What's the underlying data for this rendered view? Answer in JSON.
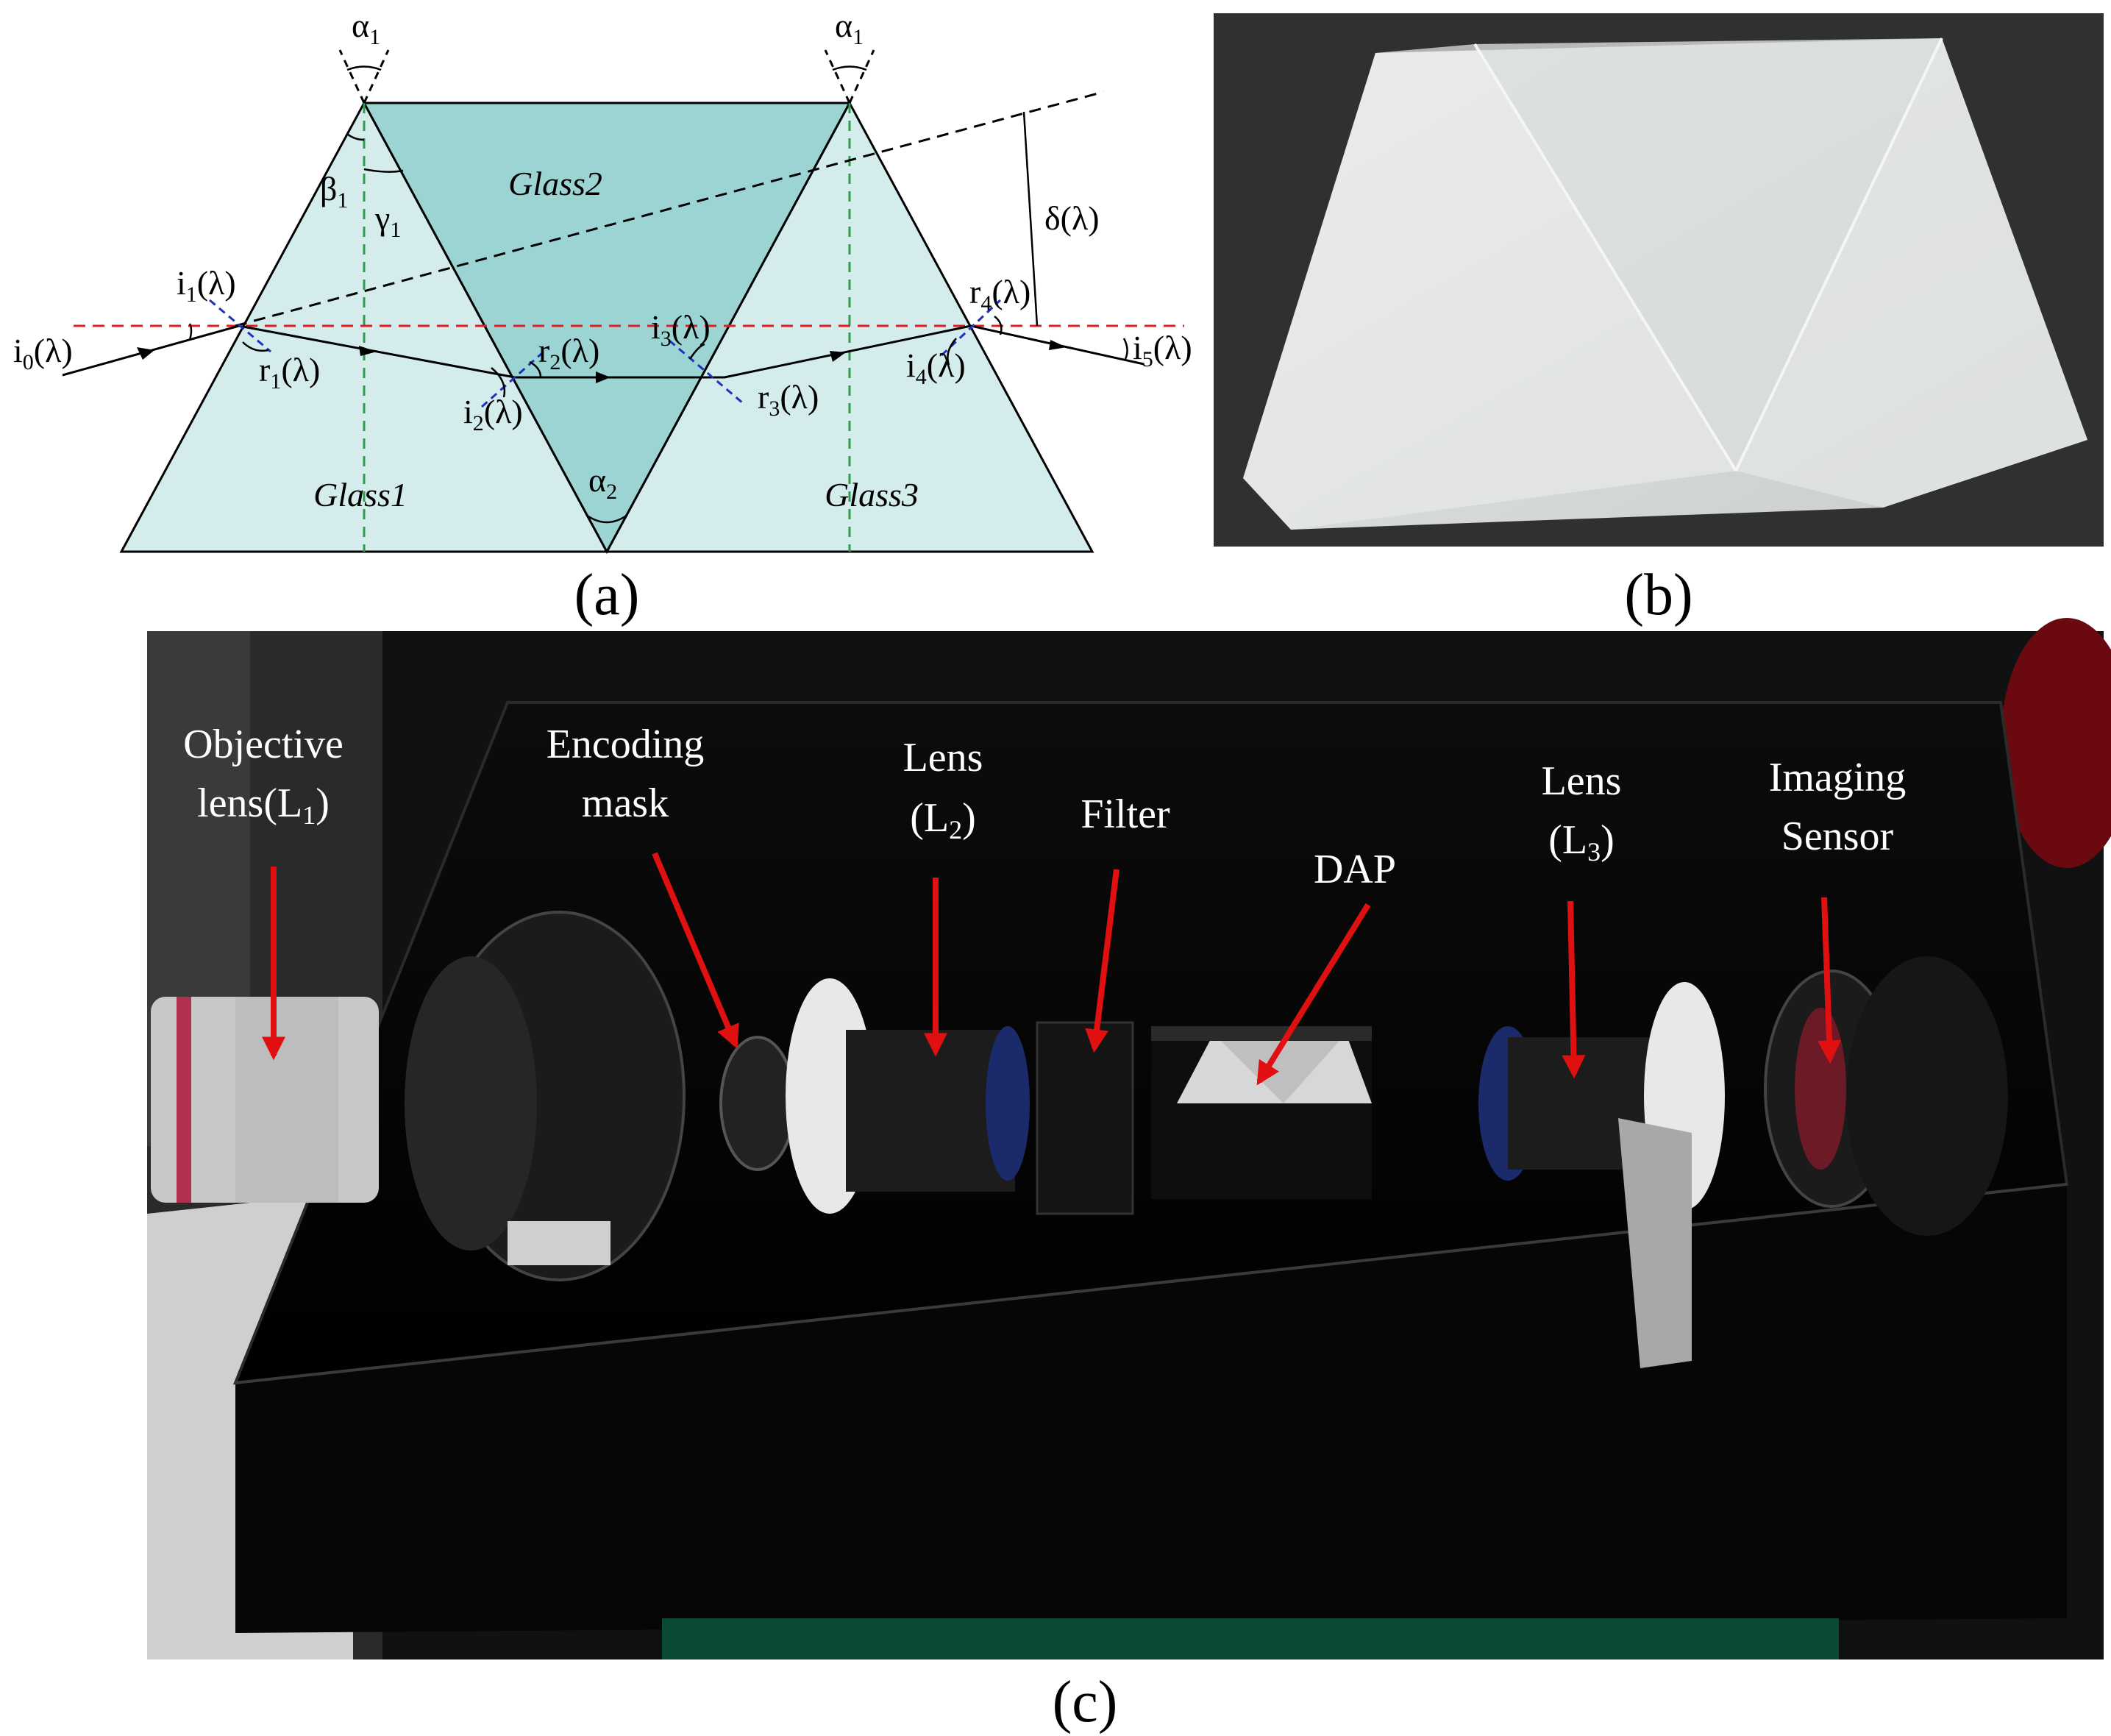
{
  "panel_a": {
    "caption": "(a)",
    "glass1": "Glass1",
    "glass2": "Glass2",
    "glass3": "Glass3",
    "angles": {
      "alpha1_left": "α",
      "alpha1_left_sub": "1",
      "alpha1_right": "α",
      "alpha1_right_sub": "1",
      "beta1": "β",
      "beta1_sub": "1",
      "gamma1": "γ",
      "gamma1_sub": "1",
      "alpha2": "α",
      "alpha2_sub": "2",
      "delta": "δ(λ)"
    },
    "rays": {
      "i0": "i",
      "i0_sub": "0",
      "i0_rest": "(λ)",
      "i1": "i",
      "i1_sub": "1",
      "i1_rest": "(λ)",
      "r1": "r",
      "r1_sub": "1",
      "r1_rest": "(λ)",
      "i2": "i",
      "i2_sub": "2",
      "i2_rest": "(λ)",
      "r2": "r",
      "r2_sub": "2",
      "r2_rest": "(λ)",
      "i3": "i",
      "i3_sub": "3",
      "i3_rest": "(λ)",
      "r3": "r",
      "r3_sub": "3",
      "r3_rest": "(λ)",
      "i4": "i",
      "i4_sub": "4",
      "i4_rest": "(λ)",
      "r4": "r",
      "r4_sub": "4",
      "r4_rest": "(λ)",
      "i5": "i",
      "i5_sub": "5",
      "i5_rest": "(λ)"
    }
  },
  "panel_b": {
    "caption": "(b)"
  },
  "panel_c": {
    "caption": "(c)",
    "labels": {
      "objective_1": "Objective",
      "objective_2": "lens(L",
      "objective_2_sub": "1",
      "objective_2_end": ")",
      "mask_1": "Encoding",
      "mask_2": "mask",
      "lens2_1": "Lens",
      "lens2_2": "(L",
      "lens2_2_sub": "2",
      "lens2_2_end": ")",
      "filter": "Filter",
      "dap": "DAP",
      "lens3_1": "Lens",
      "lens3_2": "(L",
      "lens3_2_sub": "3",
      "lens3_2_end": ")",
      "sensor_1": "Imaging",
      "sensor_2": "Sensor"
    }
  },
  "colors": {
    "glass_light": "#d4ecec",
    "glass_dark": "#9cd3d3",
    "red_axis": "#e02020",
    "normal_green": "#2e9e4e",
    "normal_blue": "#2030c0",
    "arrow_red": "#e01010"
  }
}
